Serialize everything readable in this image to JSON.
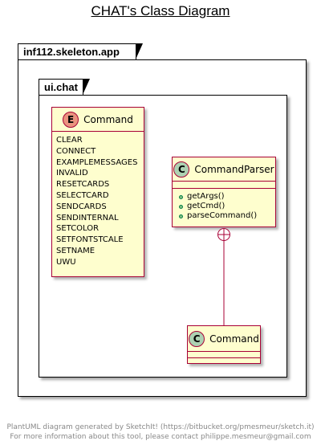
{
  "title": "CHAT's Class Diagram",
  "packages": {
    "outer": {
      "label": "inf112.skeleton.app"
    },
    "inner": {
      "label": "ui.chat"
    }
  },
  "enum_command": {
    "stereotype": "E",
    "name": "Command",
    "items": [
      "CLEAR",
      "CONNECT",
      "EXAMPLEMESSAGES",
      "INVALID",
      "RESETCARDS",
      "SELECTCARD",
      "SENDCARDS",
      "SENDINTERNAL",
      "SETCOLOR",
      "SETFONTSTCALE",
      "SETNAME",
      "UWU"
    ]
  },
  "command_parser": {
    "stereotype": "C",
    "name": "CommandParser",
    "methods": [
      "getArgs()",
      "getCmd()",
      "parseCommand()"
    ]
  },
  "inner_command": {
    "stereotype": "C",
    "name": "Command"
  },
  "footer": {
    "line1": "PlantUML diagram generated by SketchIt! (https://bitbucket.org/pmesmeur/sketch.it)",
    "line2": "For more information about this tool, please contact philippe.mesmeur@gmail.com"
  },
  "colors": {
    "class_fill": "#fefece",
    "class_border": "#a80036",
    "enum_badge": "#eb937f",
    "class_badge": "#add1b2"
  }
}
